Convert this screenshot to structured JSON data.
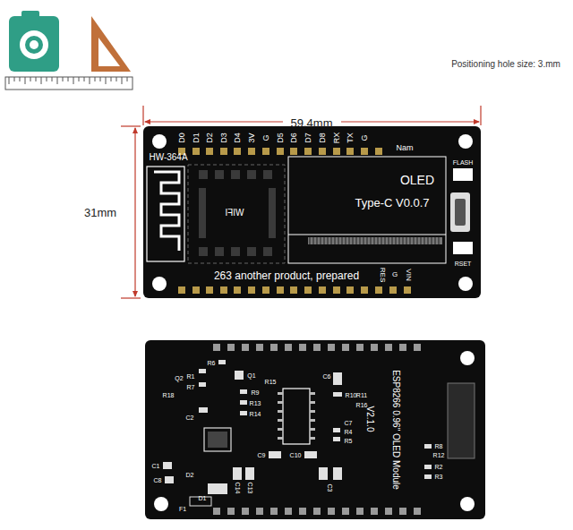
{
  "diagram": {
    "labels": [
      "Positioning hole size: 3.mm",
      "59.4mm",
      "31mm",
      "HW-364A",
      "D0",
      "D1",
      "D2",
      "D3",
      "D4",
      "3V",
      "G",
      "D5",
      "D6",
      "D7",
      "D8",
      "RX",
      "TX",
      "G",
      "Nam",
      "FLASH",
      "WIFI",
      "OLED",
      "Type-C V0.0.7",
      "263 another product, prepared",
      "RSET",
      "RES",
      "G",
      "VIN",
      "ESP8266 0.96\" OLED Module",
      "V2.1.0",
      "R1",
      "R6",
      "R7",
      "Q1",
      "Q2",
      "R18",
      "R9",
      "R13",
      "R14",
      "C2",
      "R15",
      "C6",
      "R10",
      "R11",
      "R16",
      "C7",
      "R4",
      "R5",
      "C9",
      "C10",
      "C1",
      "C8",
      "D1",
      "D2",
      "F1",
      "C14",
      "C13",
      "R8",
      "R12",
      "R2",
      "R3",
      "C3"
    ]
  }
}
